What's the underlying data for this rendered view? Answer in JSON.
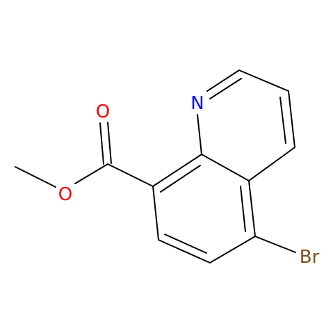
{
  "molecule": {
    "atoms": {
      "nitrogen": {
        "symbol": "N",
        "color": "#0000ff"
      },
      "carbonyl_oxygen": {
        "symbol": "O",
        "color": "#ff0000"
      },
      "ester_oxygen": {
        "symbol": "O",
        "color": "#ff0000"
      },
      "bromine": {
        "symbol": "Br",
        "color": "#7f4c19"
      }
    },
    "colors": {
      "bond": "#000000",
      "background": "#ffffff"
    }
  }
}
